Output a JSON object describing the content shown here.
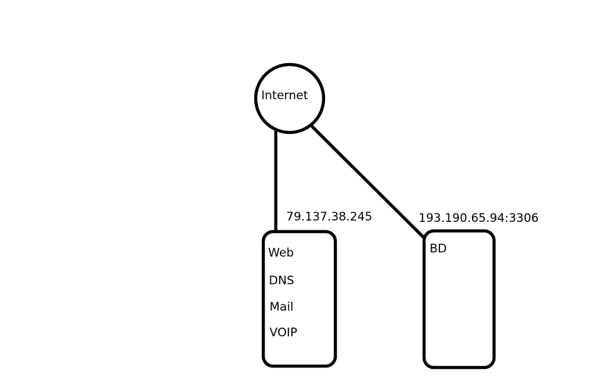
{
  "colors": {
    "background": "#ffffff",
    "stroke": "#000000"
  },
  "nodes": {
    "internet": {
      "label": "Internet"
    },
    "server": {
      "address": "79.137.38.245",
      "services": [
        "Web",
        "DNS",
        "Mail",
        "VOIP"
      ]
    },
    "database": {
      "address": "193.190.65.94:3306",
      "label": "BD"
    }
  }
}
